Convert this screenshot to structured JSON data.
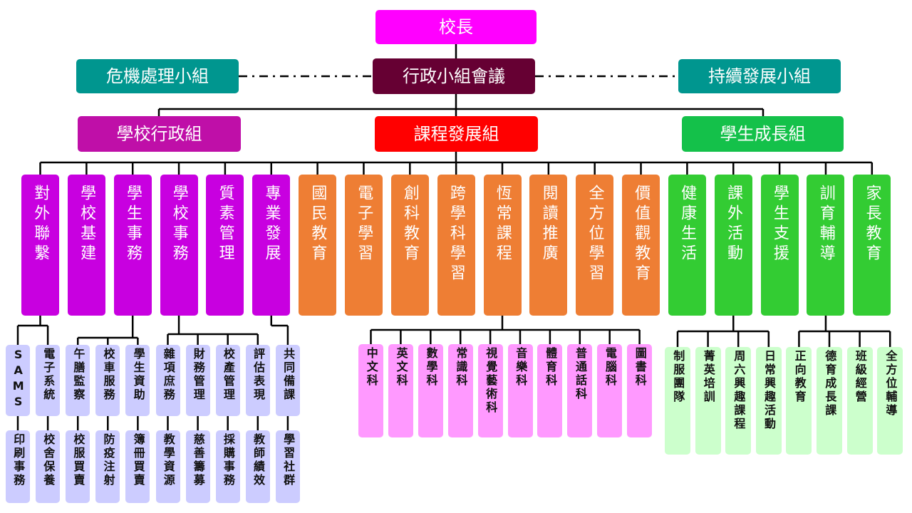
{
  "top": {
    "principal": "校長",
    "council": "行政小組會議"
  },
  "side": {
    "left": "危機處理小組",
    "right": "持續發展小組"
  },
  "groups": {
    "admin": "學校行政組",
    "curriculum": "課程發展組",
    "student": "學生成長組"
  },
  "admin_depts": [
    "對外聯繫",
    "學校基建",
    "學生事務",
    "學校事務",
    "質素管理",
    "專業發展"
  ],
  "curr_depts": [
    "國民教育",
    "電子學習",
    "創科教育",
    "跨學科學習",
    "恆常課程",
    "閱讀推廣",
    "全方位學習",
    "價值觀教育"
  ],
  "student_depts": [
    "健康生活",
    "課外活動",
    "學生支援",
    "訓育輔導",
    "家長教育"
  ],
  "admin_sub_top": [
    "SAMS",
    "電子系統",
    "午膳監察",
    "校車服務",
    "學生資助",
    "雜項庶務",
    "財務管理",
    "校產管理",
    "評估表現",
    "共同備課"
  ],
  "admin_sub_bottom": [
    "印刷事務",
    "校舍保養",
    "校服買賣",
    "防疫注射",
    "簿冊買賣",
    "教學資源",
    "慈善籌募",
    "採購事務",
    "教師績效",
    "學習社群"
  ],
  "subjects": [
    "中文科",
    "英文科",
    "數學科",
    "常識科",
    "視覺藝術科",
    "音樂科",
    "體育科",
    "普通話科",
    "電腦科",
    "圖書科"
  ],
  "student_sub": [
    "制服團隊",
    "菁英培訓",
    "周六興趣課程",
    "日常興趣活動",
    "正向教育",
    "德育成長課",
    "班級經營",
    "全方位輔導"
  ],
  "colors": {
    "principal": "#ff00ff",
    "council": "#660033",
    "side": "#00968f",
    "admin": "#bf0fa8",
    "curriculum": "#ff0000",
    "student": "#14c14a",
    "admin_dept": "#c800e0",
    "curr_dept": "#ee7e34",
    "student_dept": "#33cc33",
    "admin_sub": "#ccccff",
    "subject": "#ff99ff",
    "student_sub": "#ccffcc"
  }
}
